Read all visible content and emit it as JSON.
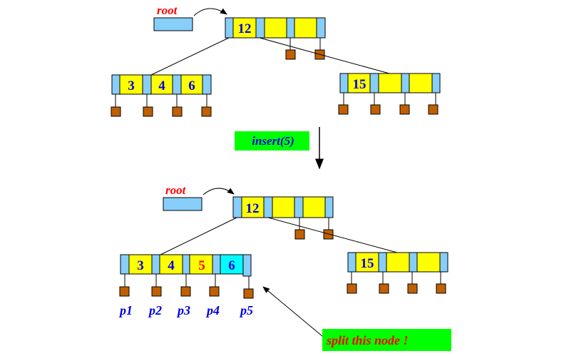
{
  "colors": {
    "pointer_cell": "#87cefa",
    "key_cell": "#ffff00",
    "new_key_cell": "#00ffff",
    "pointer_box": "#c06000",
    "label_box": "#00ff00",
    "key_text": "#0000e0",
    "highlight_text": "#ff0000",
    "line": "#000000"
  },
  "before": {
    "root_label": "root",
    "root_node": {
      "keys": [
        "12",
        "",
        ""
      ]
    },
    "left_leaf": {
      "keys": [
        "3",
        "4",
        "6"
      ]
    },
    "right_leaf": {
      "keys": [
        "15",
        "",
        ""
      ]
    }
  },
  "operation": {
    "label": "insert(5)"
  },
  "after": {
    "root_label": "root",
    "root_node": {
      "keys": [
        "12",
        "",
        ""
      ]
    },
    "left_leaf": {
      "keys": [
        "3",
        "4",
        "5",
        "6"
      ],
      "highlighted_key": "5",
      "overflow_key": "6",
      "pointer_labels": [
        "p1",
        "p2",
        "p3",
        "p4",
        "p5"
      ]
    },
    "right_leaf": {
      "keys": [
        "15",
        "",
        ""
      ]
    },
    "annotation": "split this node !"
  }
}
